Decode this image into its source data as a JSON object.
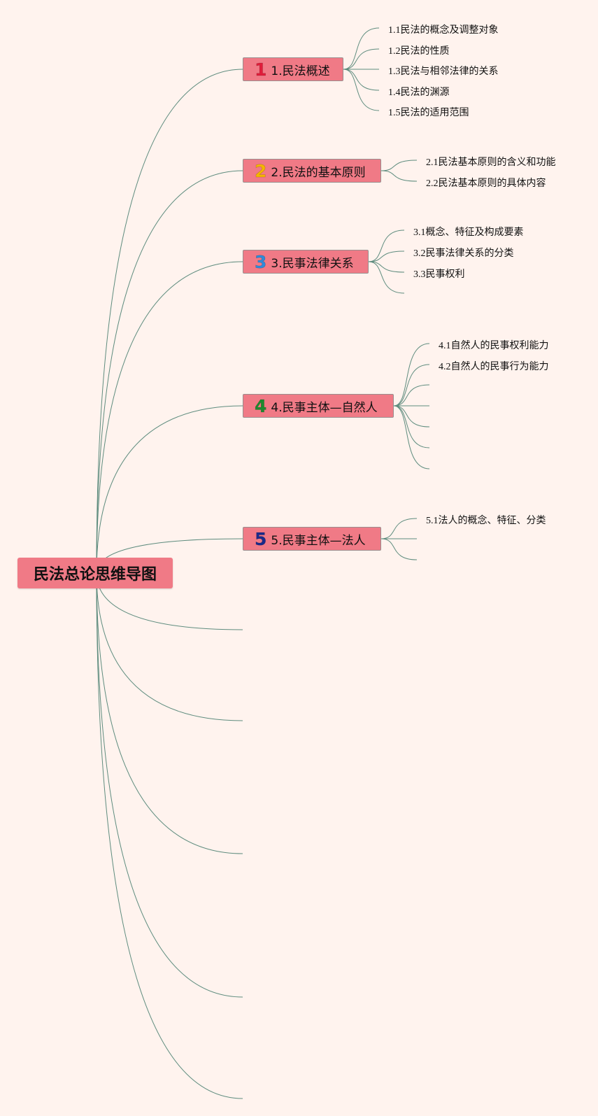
{
  "root": {
    "title": "民法总论思维导图"
  },
  "colors": {
    "background": "#fff3ee",
    "node_fill": "#f07a86",
    "connector": "#5e8c7e"
  },
  "topics": [
    {
      "num": "1",
      "num_color": "#e01d3a",
      "label": "1.民法概述",
      "subs": [
        "1.1民法的概念及调整对象",
        "1.2民法的性质",
        "1.3民法与相邻法律的关系",
        "1.4民法的渊源",
        "1.5民法的适用范围"
      ]
    },
    {
      "num": "2",
      "num_color": "#f4b400",
      "label": "2.民法的基本原则",
      "subs": [
        "2.1民法基本原则的含义和功能",
        "2.2民法基本原则的具体内容"
      ]
    },
    {
      "num": "3",
      "num_color": "#2f8ad8",
      "label": "3.民事法律关系",
      "subs": [
        "3.1概念、特征及构成要素",
        "3.2民事法律关系的分类",
        "3.3民事权利"
      ]
    },
    {
      "num": "4",
      "num_color": "#1d8a2f",
      "label": "4.民事主体—自然人",
      "subs": [
        "4.1自然人的民事权利能力",
        "4.2自然人的民事行为能力"
      ]
    },
    {
      "num": "5",
      "num_color": "#1b2a8a",
      "label": "5.民事主体—法人",
      "subs": [
        "5.1法人的概念、特征、分类"
      ]
    }
  ]
}
